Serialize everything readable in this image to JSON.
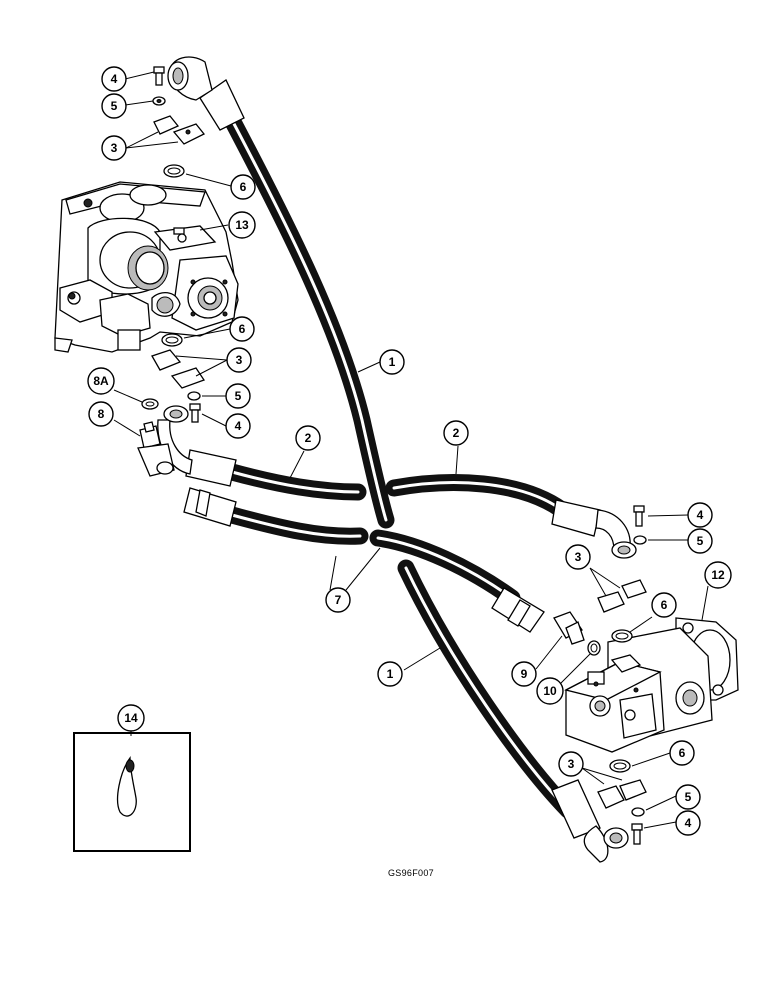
{
  "callouts": {
    "c1a": "1",
    "c1b": "1",
    "c2a": "2",
    "c2b": "2",
    "c3a": "3",
    "c3b": "3",
    "c3c": "3",
    "c3d": "3",
    "c4a": "4",
    "c4b": "4",
    "c4c": "4",
    "c4d": "4",
    "c5a": "5",
    "c5b": "5",
    "c5c": "5",
    "c5d": "5",
    "c6a": "6",
    "c6b": "6",
    "c6c": "6",
    "c6d": "6",
    "c7": "7",
    "c8": "8",
    "c8A": "8A",
    "c9": "9",
    "c10": "10",
    "c12": "12",
    "c13": "13",
    "c14": "14"
  },
  "drawing_code": "GS96F007"
}
